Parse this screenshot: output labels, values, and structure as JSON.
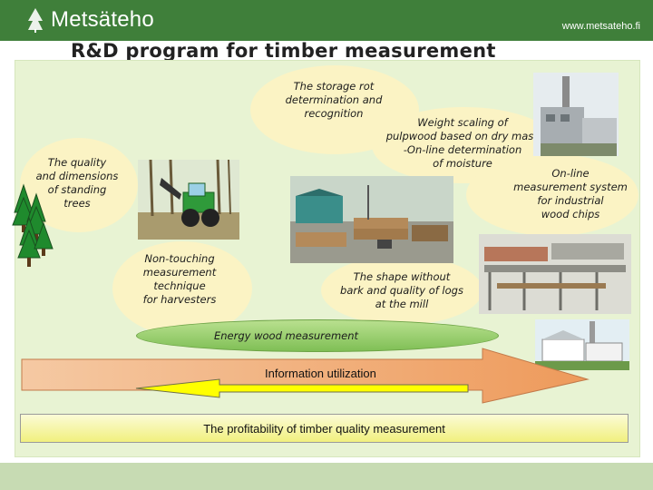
{
  "header": {
    "logo_text": "Metsäteho",
    "url": "www.metsateho.fi"
  },
  "title": "R&D program for timber measurement",
  "bubbles": {
    "storage": "The storage rot\ndetermination and\nrecognition",
    "weight": "Weight scaling of\npulpwood based on dry mass\n-On-line determination\nof moisture",
    "quality": "The quality\nand dimensions\nof standing\ntrees",
    "online": "On-line\nmeasurement system\nfor industrial\nwood chips",
    "harvester": "Non-touching\nmeasurement\ntechnique\nfor harvesters",
    "shape": "The shape without\nbark and quality of logs\nat the mill"
  },
  "energy": "Energy wood measurement",
  "information": "Information utilization",
  "profitability": "The profitability of timber quality measurement",
  "colors": {
    "header_green": "#3f7f3a",
    "panel_bg": "#e8f3d3",
    "bubble": "#fbf3c4",
    "energy_green": "#8fcb63",
    "arrow_orange": "#f0a868",
    "profit_yellow": "#f1f07e"
  },
  "icons": [
    "tree-logo-icon",
    "trees-icon",
    "harvester-icon",
    "log-yard-icon",
    "factory-icon",
    "sawmill-icon",
    "heating-plant-icon"
  ]
}
